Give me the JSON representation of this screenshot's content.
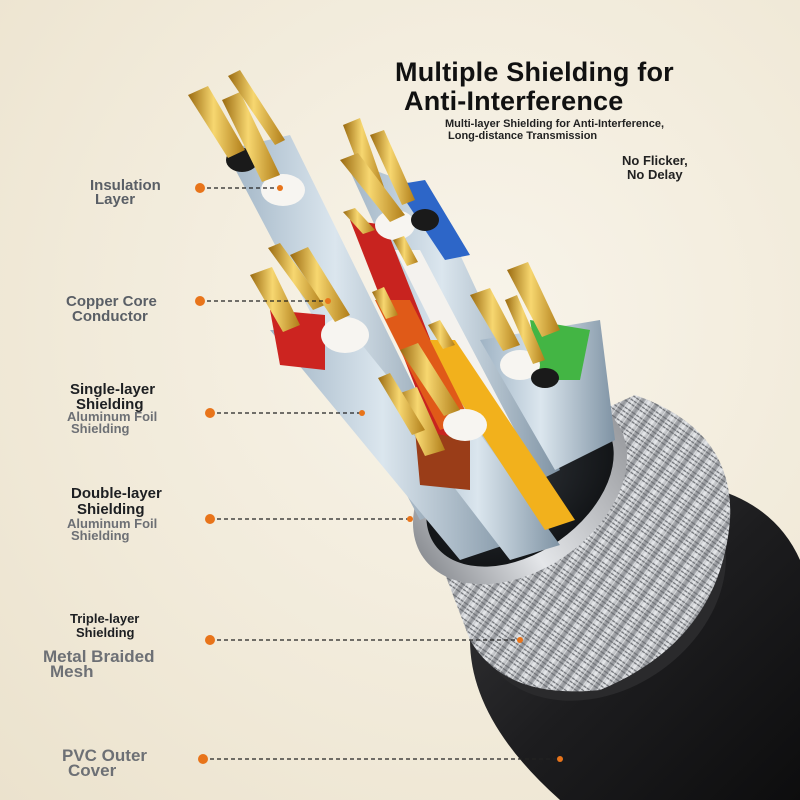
{
  "header": {
    "title_line1": "Multiple Shielding for",
    "title_line2": "Anti-Interference",
    "subtitle_line1": "Multi-layer Shielding for Anti-Interference,",
    "subtitle_line2": "Long-distance Transmission",
    "badge_line1": "No Flicker,",
    "badge_line2": "No Delay"
  },
  "callouts": {
    "insulation": {
      "line1": "Insulation",
      "line2": "Layer"
    },
    "copper": {
      "line1": "Copper Core",
      "line2": "Conductor"
    },
    "single": {
      "line1": "Single-layer",
      "line2": "Shielding",
      "sub1": "Aluminum Foil",
      "sub2": "Shielding"
    },
    "double": {
      "line1": "Double-layer",
      "line2": "Shielding",
      "sub1": "Aluminum Foil",
      "sub2": "Shielding"
    },
    "triple": {
      "line1": "Triple-layer",
      "line2": "Shielding",
      "sub1": "Metal Braided",
      "sub2": "Mesh"
    },
    "pvc": {
      "line1": "PVC Outer",
      "line2": "Cover"
    }
  },
  "colors": {
    "background": "#f1ead9",
    "callout_dot": "#e8741a",
    "outer_jacket": "#1c1c1e",
    "braid": "#b9bbbf",
    "gold_pin": "#e0ad3a"
  }
}
